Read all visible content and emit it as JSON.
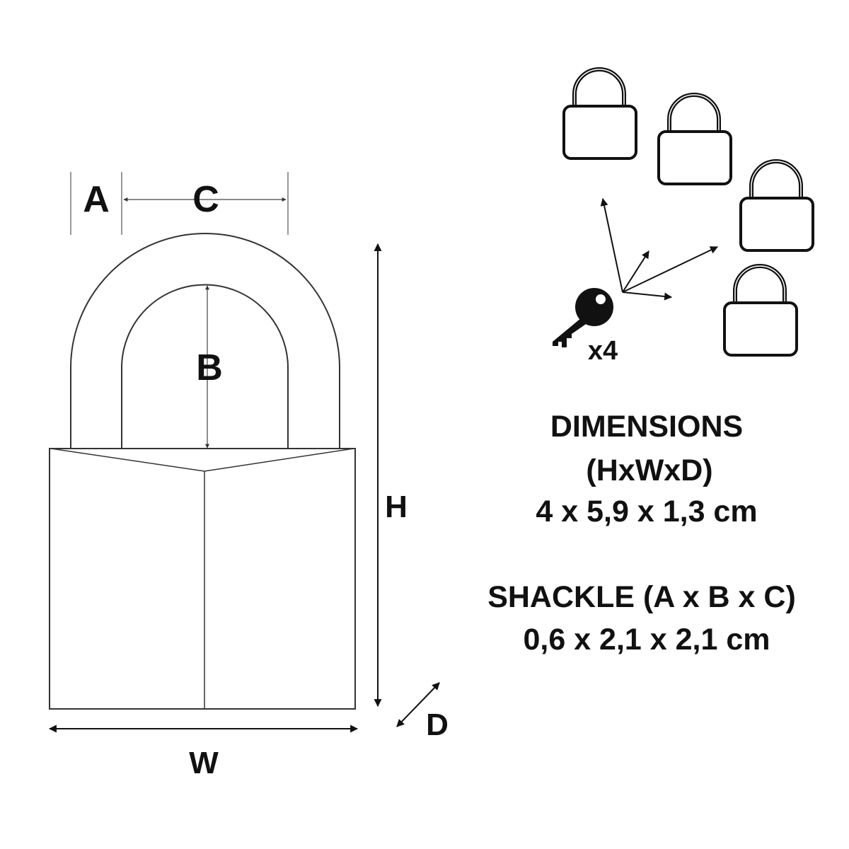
{
  "labels": {
    "a": "A",
    "b": "B",
    "c": "C",
    "h": "H",
    "w": "W",
    "d": "D"
  },
  "keys": {
    "count_label": "x4",
    "icon": "key-icon",
    "lock_icon": "padlock-icon",
    "lock_count": 4
  },
  "specs": {
    "dimensions_title": "DIMENSIONS",
    "dimensions_order": "(HxWxD)",
    "dimensions_value": "4 x 5,9 x 1,3 cm",
    "shackle_title": "SHACKLE (A x B x C)",
    "shackle_value": "0,6 x 2,1 x 2,1 cm"
  }
}
